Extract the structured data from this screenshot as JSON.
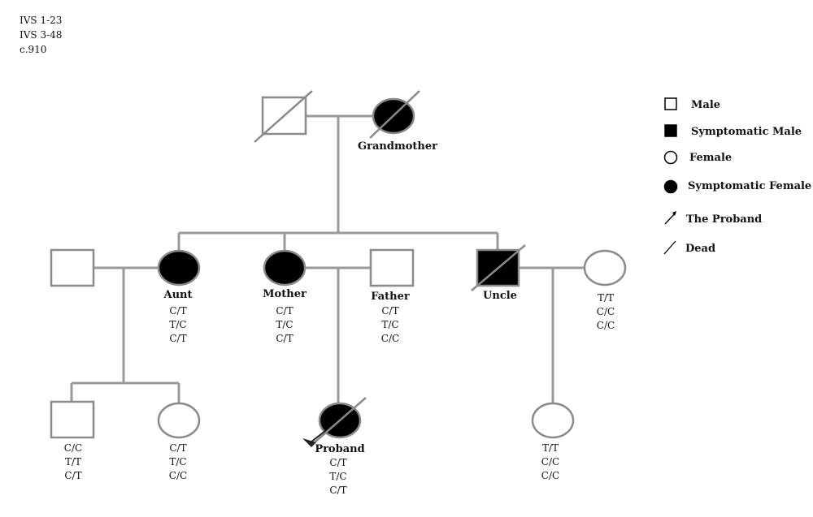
{
  "snp_markers": [
    "IVS 1-23",
    "IVS 3-48",
    "c.910"
  ],
  "legend": {
    "male": "Male",
    "symptomatic_male": "Symptomatic Male",
    "female": "Female",
    "symptomatic_female": "Symptomatic Female",
    "proband": "The Proband",
    "dead": "Dead"
  },
  "people": {
    "grandmother": {
      "label": "Grandmother"
    },
    "aunt": {
      "label": "Aunt",
      "genotypes": [
        "C/T",
        "T/C",
        "C/T"
      ]
    },
    "mother": {
      "label": "Mother",
      "genotypes": [
        "C/T",
        "T/C",
        "C/T"
      ]
    },
    "father": {
      "label": "Father",
      "genotypes": [
        "C/T",
        "T/C",
        "C/C"
      ]
    },
    "uncle": {
      "label": "Uncle"
    },
    "uncle_wife": {
      "genotypes": [
        "T/T",
        "C/C",
        "C/C"
      ]
    },
    "cousin_male": {
      "genotypes": [
        "C/C",
        "T/T",
        "C/T"
      ]
    },
    "cousin_female": {
      "genotypes": [
        "C/T",
        "T/C",
        "C/C"
      ]
    },
    "proband": {
      "label": "Proband",
      "genotypes": [
        "C/T",
        "T/C",
        "C/T"
      ]
    },
    "uncle_daughter": {
      "genotypes": [
        "T/T",
        "C/C",
        "C/C"
      ]
    }
  }
}
